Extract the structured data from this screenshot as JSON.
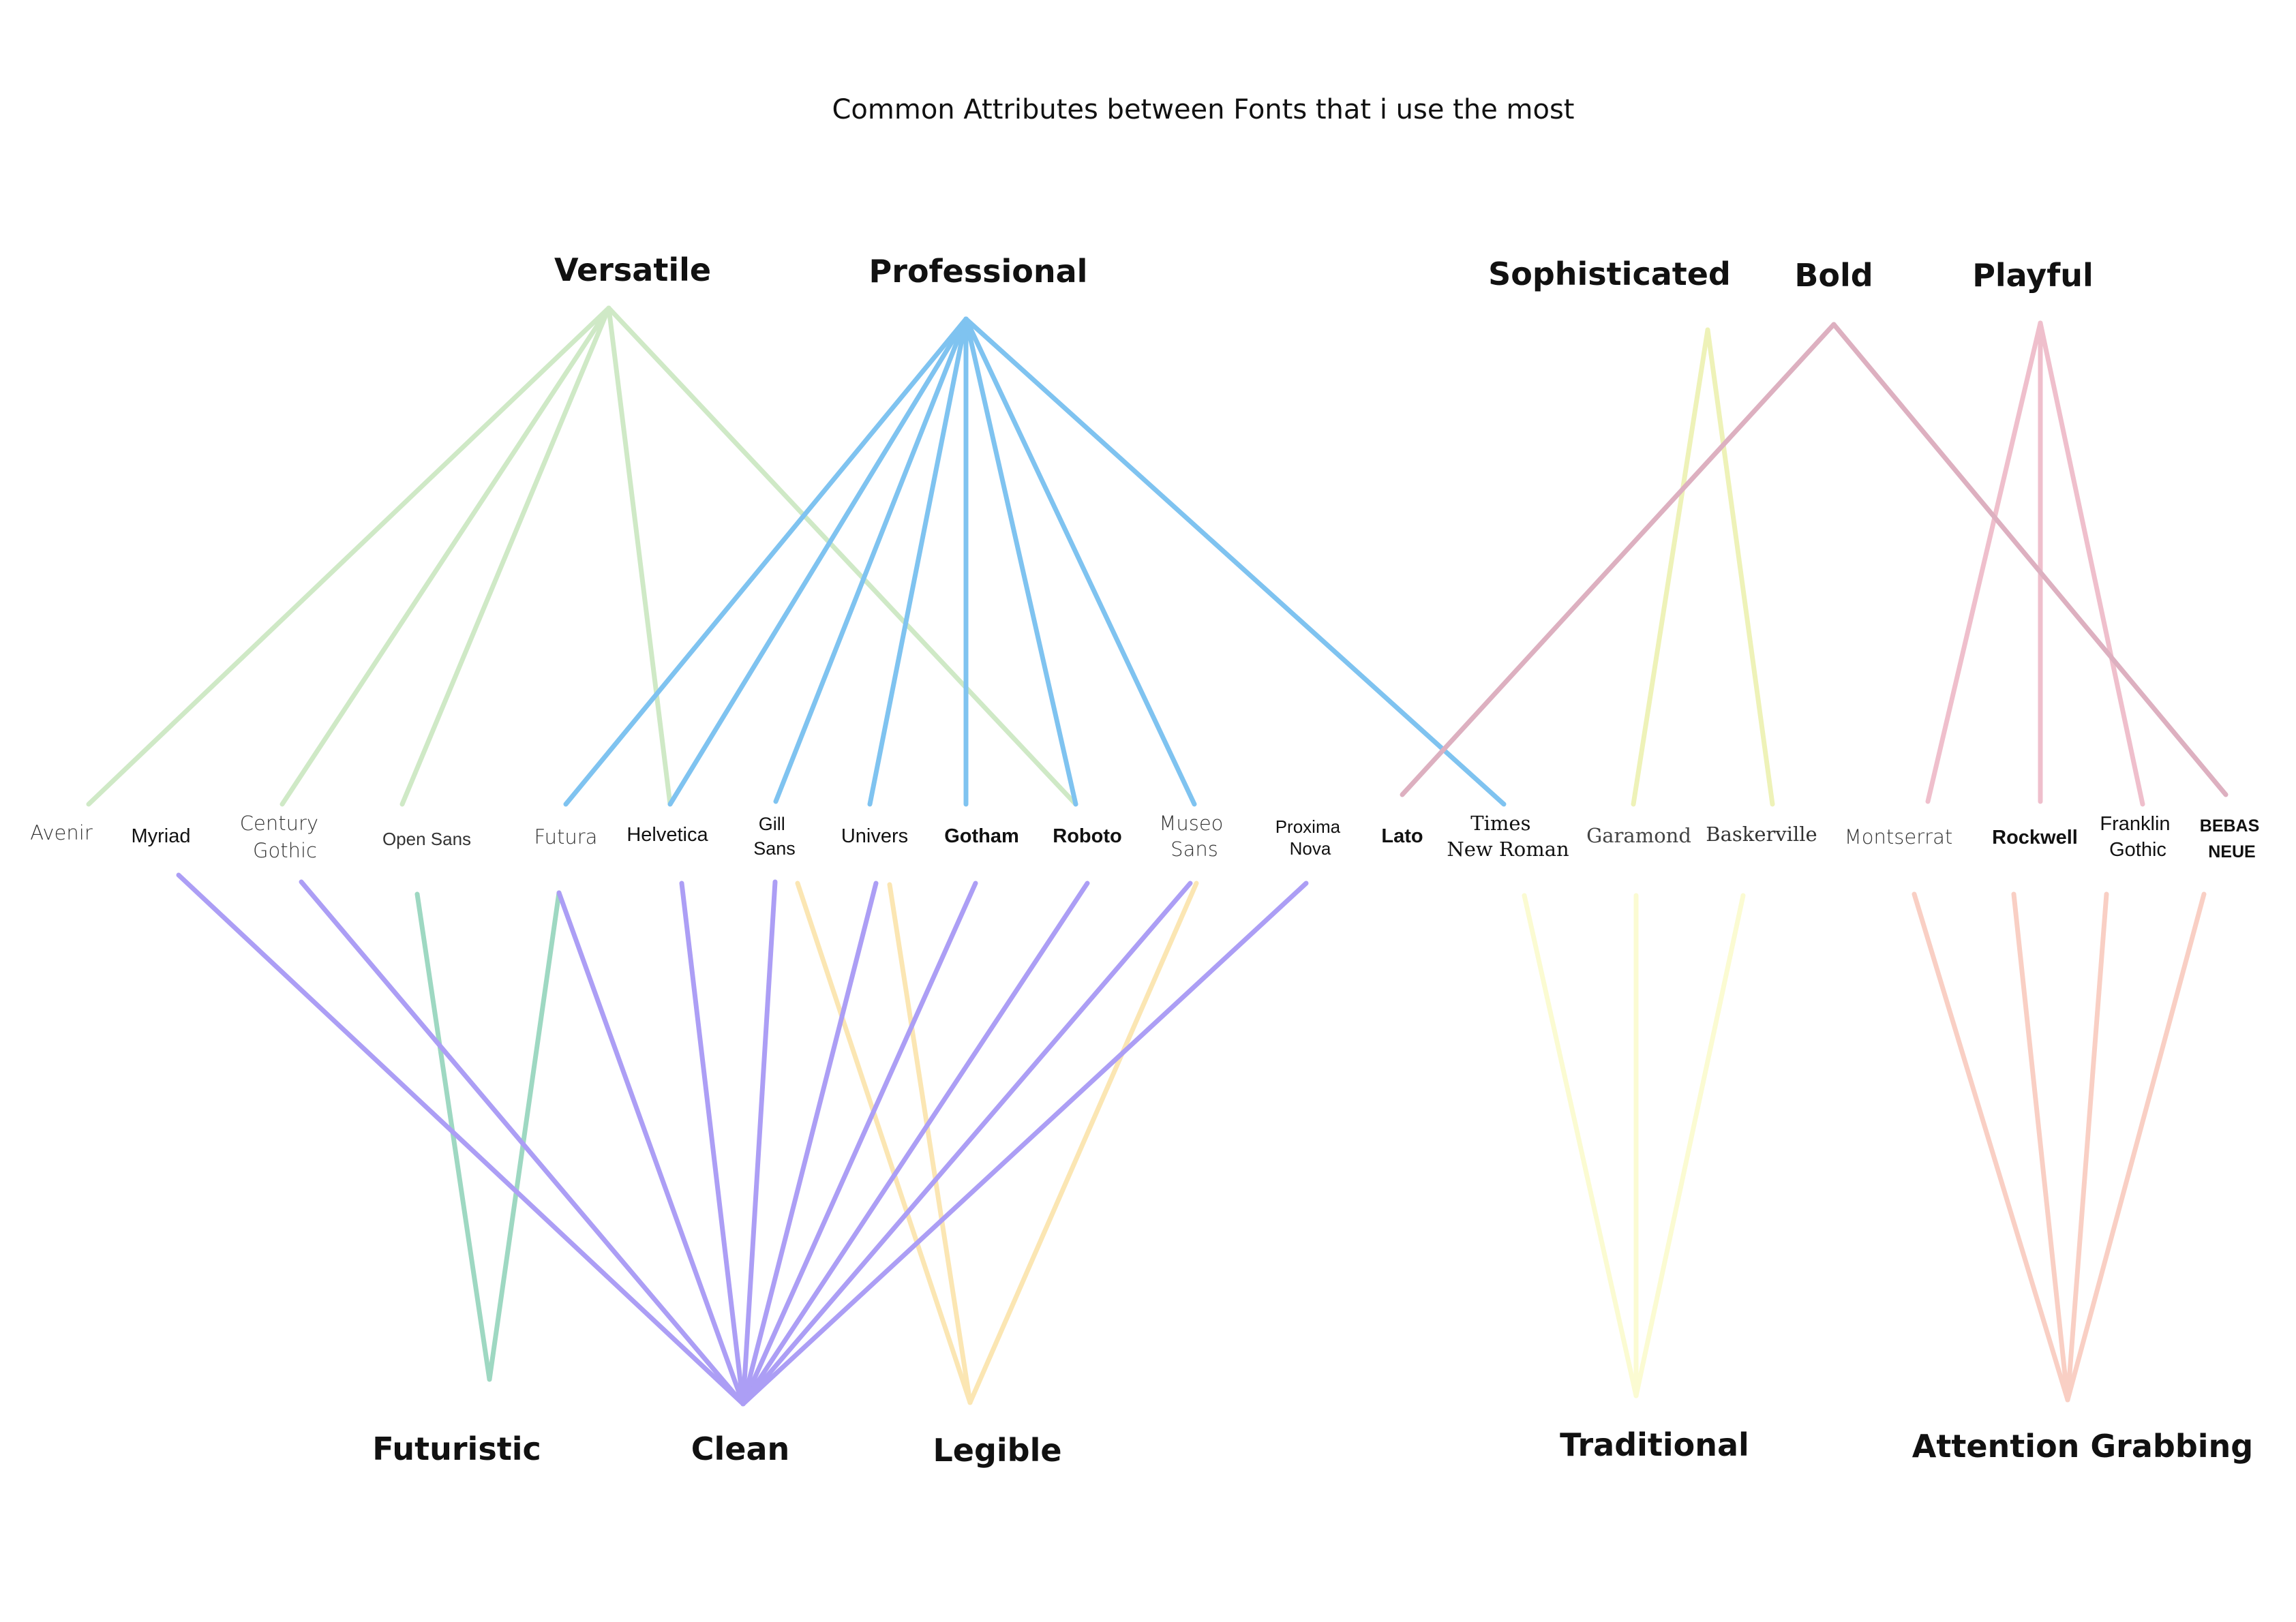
{
  "title": "Common Attributes between Fonts that i use the most",
  "colors": {
    "versatile": "#cfe9c6",
    "professional": "#7fc3f0",
    "sophisticated": "#eef2b8",
    "bold": "#ddb0c0",
    "playful": "#efbfcc",
    "futuristic": "#9ed8c2",
    "clean": "#ac9ef5",
    "legible": "#fbe6b3",
    "traditional": "#fbfbd2",
    "attention_grabbing": "#f9cfc4"
  },
  "attributes": {
    "versatile": "Versatile",
    "professional": "Professional",
    "sophisticated": "Sophisticated",
    "bold": "Bold",
    "playful": "Playful",
    "futuristic": "Futuristic",
    "clean": "Clean",
    "legible": "Legible",
    "traditional": "Traditional",
    "attention_grabbing": "Attention Grabbing"
  },
  "fonts": {
    "avenir": "Avenir",
    "myriad": "Myriad",
    "century_gothic": [
      "Century",
      "Gothic"
    ],
    "open_sans": "Open Sans",
    "futura": "Futura",
    "helvetica": "Helvetica",
    "gill_sans": [
      "Gill",
      "Sans"
    ],
    "univers": "Univers",
    "gotham": "Gotham",
    "roboto": "Roboto",
    "museo_sans": [
      "Museo",
      "Sans"
    ],
    "proxima_nova": [
      "Proxima",
      "Nova"
    ],
    "lato": "Lato",
    "times_new_roman": [
      "Times",
      "New Roman"
    ],
    "garamond": "Garamond",
    "baskerville": "Baskerville",
    "montserrat": "Montserrat",
    "rockwell": "Rockwell",
    "franklin_gothic": [
      "Franklin",
      "Gothic"
    ],
    "bebas_neue": [
      "BEBAS",
      "NEUE"
    ]
  },
  "connections": {
    "versatile": [
      "avenir",
      "century_gothic",
      "open_sans",
      "helvetica",
      "roboto"
    ],
    "professional": [
      "futura",
      "helvetica",
      "gill_sans",
      "univers",
      "gotham",
      "roboto",
      "museo_sans",
      "times_new_roman"
    ],
    "sophisticated": [
      "garamond",
      "baskerville"
    ],
    "bold": [
      "lato",
      "bebas_neue"
    ],
    "playful": [
      "montserrat",
      "rockwell",
      "franklin_gothic"
    ],
    "futuristic": [
      "open_sans",
      "futura"
    ],
    "clean": [
      "myriad",
      "century_gothic",
      "futura",
      "helvetica",
      "gill_sans",
      "univers",
      "gotham",
      "roboto",
      "museo_sans",
      "proxima_nova"
    ],
    "legible": [
      "gill_sans",
      "univers",
      "museo_sans"
    ],
    "traditional": [
      "times_new_roman",
      "garamond",
      "baskerville"
    ],
    "attention_grabbing": [
      "montserrat",
      "rockwell",
      "franklin_gothic",
      "bebas_neue"
    ]
  }
}
